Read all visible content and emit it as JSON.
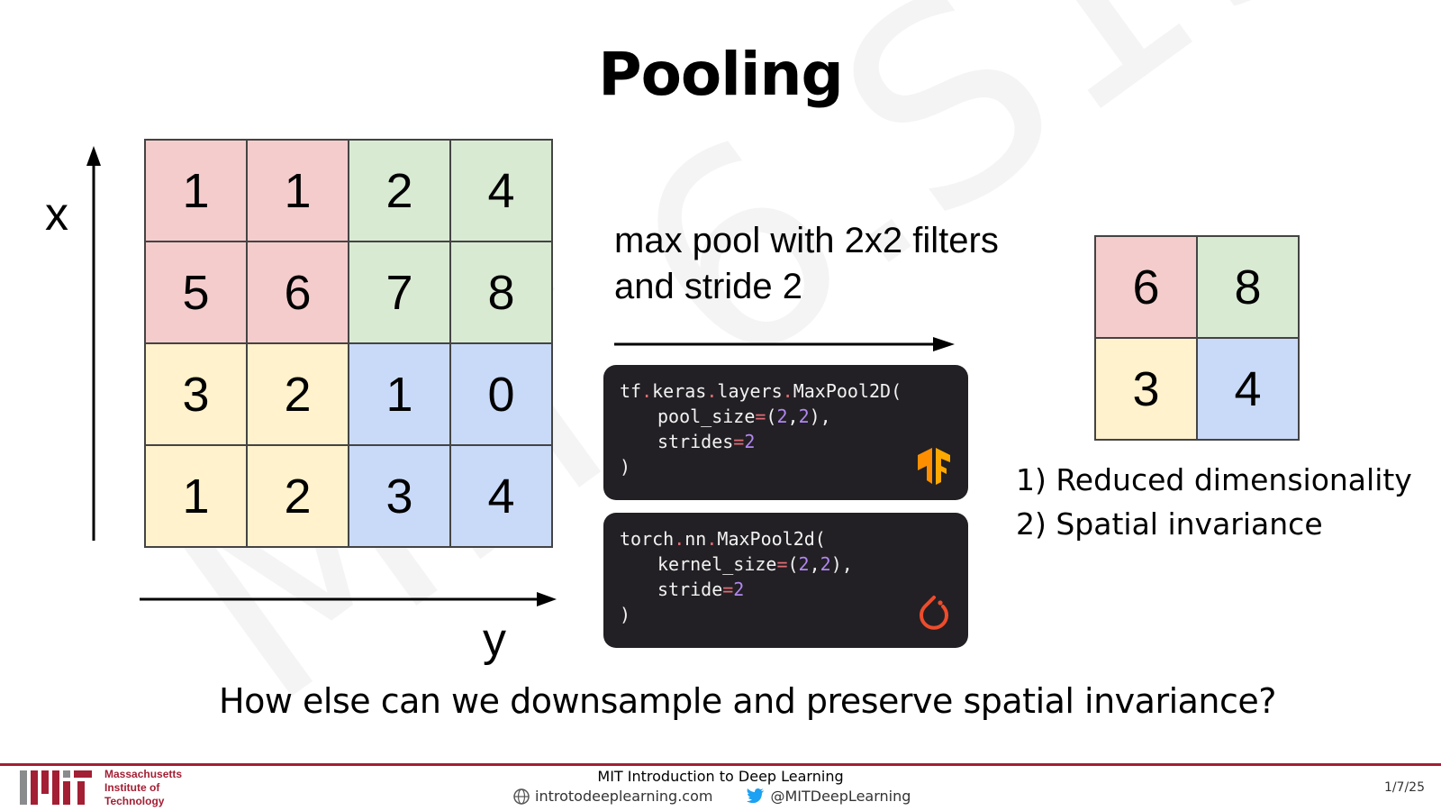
{
  "slide": {
    "title": "Pooling",
    "x_label": "x",
    "y_label": "y",
    "operation": {
      "line1": "max pool with 2x2 filters",
      "line2": "and stride 2"
    },
    "watermark": "MIT 6.S191"
  },
  "input_grid": {
    "rows": [
      [
        "1",
        "1",
        "2",
        "4"
      ],
      [
        "5",
        "6",
        "7",
        "8"
      ],
      [
        "3",
        "2",
        "1",
        "0"
      ],
      [
        "1",
        "2",
        "3",
        "4"
      ]
    ],
    "quadrant_colors": {
      "top_left": "#f4cccc",
      "top_right": "#d9ead3",
      "bottom_left": "#fff2cc",
      "bottom_right": "#c9daf8"
    }
  },
  "output_grid": {
    "rows": [
      [
        "6",
        "8"
      ],
      [
        "3",
        "4"
      ]
    ]
  },
  "code": {
    "tf": {
      "l1_a": "tf",
      "l1_b": "keras",
      "l1_c": "layers",
      "l1_d": "MaxPool2D(",
      "l2_a": "pool_size",
      "l2_b": "(",
      "l2_c": "2",
      "l2_d": ",",
      "l2_e": "2",
      "l2_f": "),",
      "l3_a": "strides",
      "l3_b": "2",
      "l4": ")",
      "icon": "tensorflow-icon"
    },
    "torch": {
      "l1_a": "torch",
      "l1_b": "nn",
      "l1_c": "MaxPool2d(",
      "l2_a": "kernel_size",
      "l2_b": "(",
      "l2_c": "2",
      "l2_d": ",",
      "l2_e": "2",
      "l2_f": "),",
      "l3_a": "stride",
      "l3_b": "2",
      "l4": ")",
      "icon": "pytorch-icon"
    },
    "dot": ".",
    "equals": "="
  },
  "properties": [
    "1) Reduced dimensionality",
    "2) Spatial invariance"
  ],
  "question": "How else can we downsample and preserve spatial invariance?",
  "footer": {
    "institution": [
      "Massachusetts",
      "Institute of",
      "Technology"
    ],
    "course": "MIT Introduction to Deep Learning",
    "website": "introtodeeplearning.com",
    "twitter": "@MITDeepLearning",
    "date": "1/7/25",
    "accent": "#a31f34"
  }
}
